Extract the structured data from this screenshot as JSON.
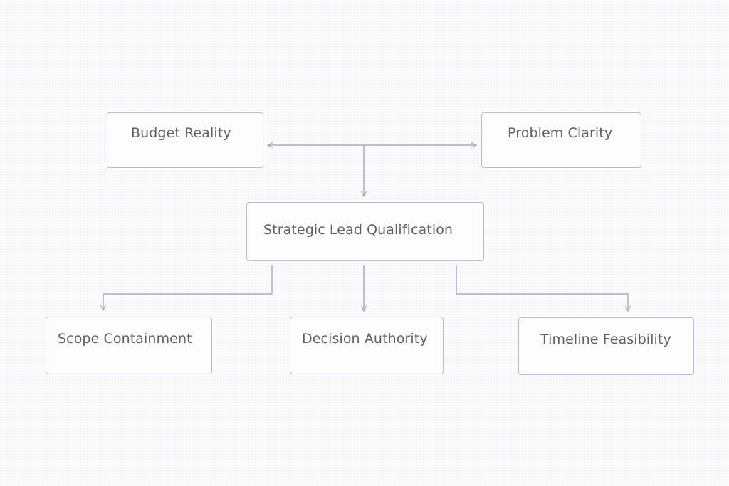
{
  "diagram": {
    "type": "hierarchy",
    "colors": {
      "background": "#fbfbfd",
      "node_border": "#b9b9d2",
      "connector": "#a9a9c6",
      "text": "#5f6066"
    },
    "top_nodes": [
      {
        "id": "budget",
        "label": "Budget Reality"
      },
      {
        "id": "problem",
        "label": "Problem Clarity"
      }
    ],
    "center_node": {
      "id": "center",
      "label": "Strategic Lead Qualification"
    },
    "bottom_nodes": [
      {
        "id": "scope",
        "label": "Scope Containment"
      },
      {
        "id": "decision",
        "label": "Decision Authority"
      },
      {
        "id": "timeline",
        "label": "Timeline Feasibility"
      }
    ],
    "edges": [
      {
        "from": "junction-top",
        "to": "budget",
        "arrow": "end"
      },
      {
        "from": "junction-top",
        "to": "problem",
        "arrow": "end"
      },
      {
        "from": "junction-top",
        "to": "center",
        "arrow": "end"
      },
      {
        "from": "center",
        "to": "scope",
        "arrow": "end"
      },
      {
        "from": "center",
        "to": "decision",
        "arrow": "end"
      },
      {
        "from": "center",
        "to": "timeline",
        "arrow": "end"
      }
    ]
  }
}
